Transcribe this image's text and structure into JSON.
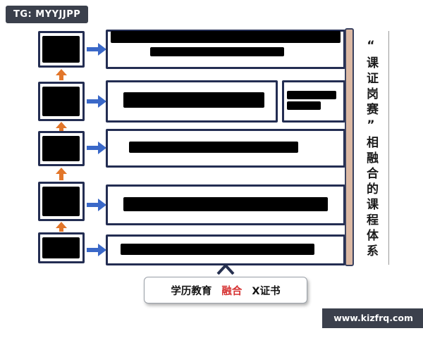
{
  "badge": {
    "label": "TG: MYYJJPP"
  },
  "watermark": {
    "label": "www.kizfrq.com"
  },
  "right_panel": {
    "text": "“课证岗赛”相融合的课程体系"
  },
  "bottom_label": {
    "education": "学历教育",
    "fusion": "融合",
    "certificate": "X证书"
  },
  "colors": {
    "box_border": "#232d52",
    "blue_arrow": "#3a68c8",
    "orange_arrow": "#e2762a",
    "fusion_red": "#d63333",
    "badge_bg": "#3b404c",
    "spine_fill": "#dcb9a4"
  }
}
